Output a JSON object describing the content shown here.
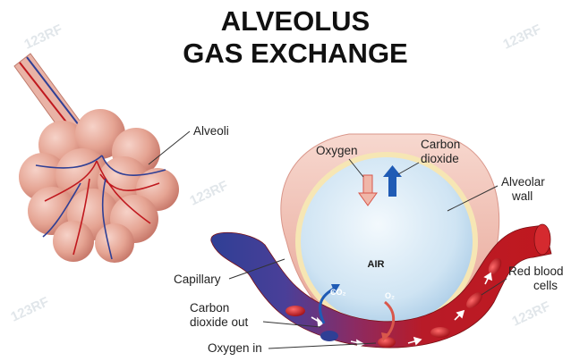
{
  "title": {
    "line1": "ALVEOLUS",
    "line2": "GAS EXCHANGE"
  },
  "labels": {
    "alveoli": "Alveoli",
    "oxygen": "Oxygen",
    "carbon_dioxide_line1": "Carbon",
    "carbon_dioxide_line2": "dioxide",
    "alveolar_wall_line1": "Alveolar",
    "alveolar_wall_line2": "wall",
    "air": "AIR",
    "capillary": "Capillary",
    "red_blood_cells_line1": "Red blood",
    "red_blood_cells_line2": "cells",
    "co2_out_line1": "Carbon",
    "co2_out_line2": "dioxide out",
    "oxygen_in": "Oxygen in",
    "co2_symbol": "CO₂",
    "o2_symbol": "O₂"
  },
  "watermark": {
    "text": "123RF"
  },
  "colors": {
    "artery_red": "#c0181e",
    "vein_blue": "#2f3f95",
    "alveolus_pink": "#e8a99a",
    "air_blue": "#cfe4f3",
    "co2_arrow": "#1f5bb5",
    "o2_arrow": "#d9574b"
  }
}
